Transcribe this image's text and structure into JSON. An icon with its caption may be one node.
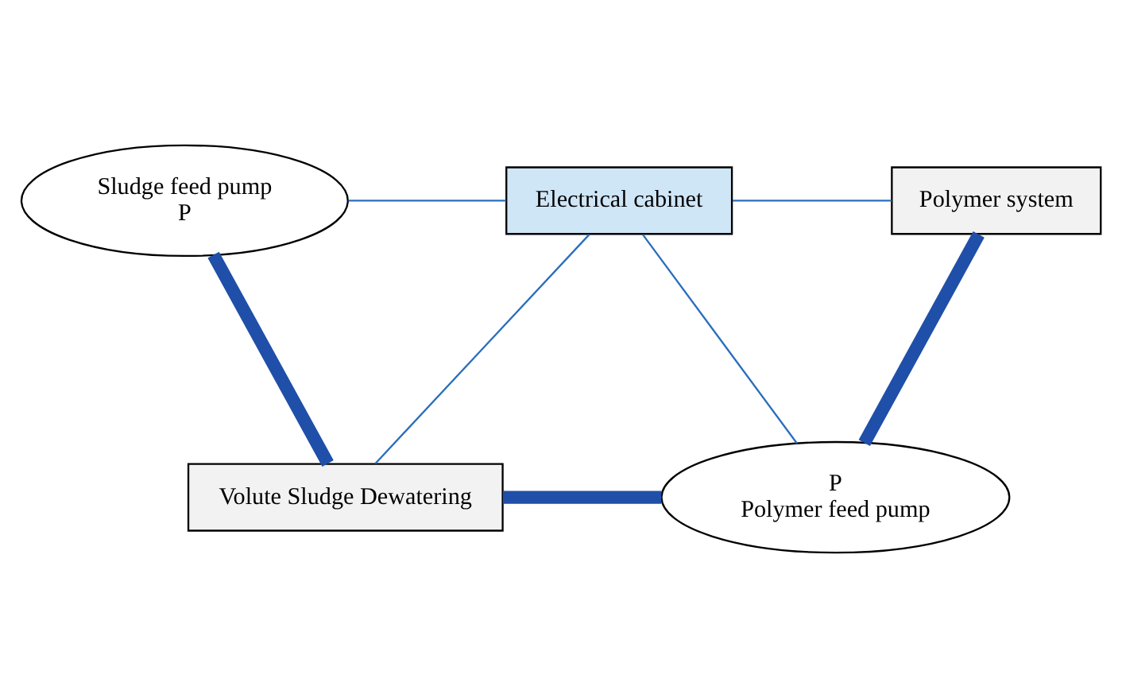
{
  "diagram": {
    "nodes": [
      {
        "text": [
          "Sludge feed pump",
          "P"
        ]
      },
      {
        "text": [
          "Electrical cabinet"
        ]
      },
      {
        "text": [
          "Polymer system"
        ]
      },
      {
        "text": [
          "Volute Sludge Dewatering"
        ]
      },
      {
        "text": [
          "P",
          "Polymer feed pump"
        ]
      }
    ],
    "edges": [
      {
        "from": 0,
        "to": 1,
        "arrow": "none"
      },
      {
        "from": 1,
        "to": 2,
        "arrow": "none"
      },
      {
        "from": 1,
        "to": 3,
        "arrow": "none"
      },
      {
        "from": 1,
        "to": 4,
        "arrow": "none"
      },
      {
        "from": 0,
        "to": 3,
        "arrow": "none",
        "style": "thick"
      },
      {
        "from": 3,
        "to": 4,
        "arrow": "none",
        "style": "thick"
      },
      {
        "from": 4,
        "to": 2,
        "arrow": "none",
        "style": "thick"
      }
    ]
  }
}
